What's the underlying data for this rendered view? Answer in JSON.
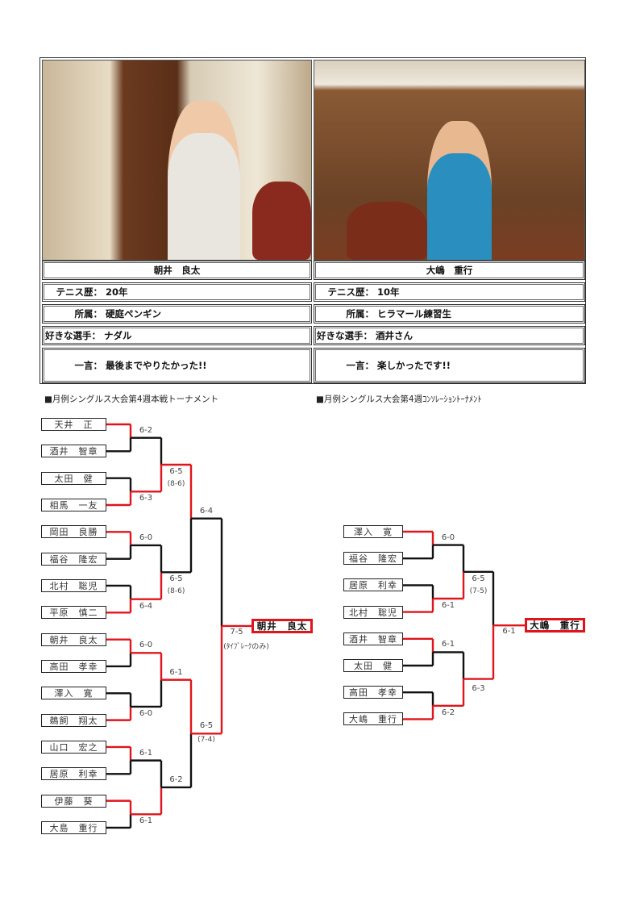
{
  "profiles": [
    {
      "name": "朝井　良太",
      "tenure_label": "テニス歴：",
      "tenure": "20年",
      "affiliation_label": "所属：",
      "affiliation": "硬庭ペンギン",
      "favorite_label": "好きな選手：",
      "favorite": "ナダル",
      "comment_label": "一言：",
      "comment": "最後までやりたかった!!"
    },
    {
      "name": "大嶋　重行",
      "tenure_label": "テニス歴：",
      "tenure": "10年",
      "affiliation_label": "所属：",
      "affiliation": "ヒラマール練習生",
      "favorite_label": "好きな選手：",
      "favorite": "酒井さん",
      "comment_label": "一言：",
      "comment": "楽しかったです!!"
    }
  ],
  "colors": {
    "winner_line": "#e0141c",
    "loser_line": "#111111"
  },
  "brackets": [
    {
      "title": "■月例シングルス大会第4週本戦トーナメント",
      "players": [
        "天井　正",
        "酒井　智章",
        "太田　健",
        "相馬　一友",
        "岡田　良勝",
        "福谷　隆宏",
        "北村　聡児",
        "平原　慎二",
        "朝井　良太",
        "高田　孝幸",
        "澤入　寛",
        "鵜飼　翔太",
        "山口　宏之",
        "居原　利幸",
        "伊藤　葵",
        "大島　重行"
      ],
      "rounds": [
        [
          {
            "winner": 0,
            "score": "6-2"
          },
          {
            "winner": 1,
            "score": "6-3"
          },
          {
            "winner": 0,
            "score": "6-0"
          },
          {
            "winner": 1,
            "score": "6-4"
          },
          {
            "winner": 0,
            "score": "6-0"
          },
          {
            "winner": 1,
            "score": "6-0"
          },
          {
            "winner": 0,
            "score": "6-1"
          },
          {
            "winner": 0,
            "score": "6-1"
          }
        ],
        [
          {
            "winner": 1,
            "score": "6-5",
            "sub": "(8-6)"
          },
          {
            "winner": 1,
            "score": "6-5",
            "sub": "(8-6)"
          },
          {
            "winner": 0,
            "score": "6-1"
          },
          {
            "winner": 1,
            "score": "6-2"
          }
        ],
        [
          {
            "winner": 0,
            "score": "6-4"
          },
          {
            "winner": 0,
            "score": "6-5",
            "sub": "(7-4)"
          }
        ],
        [
          {
            "winner": 1,
            "score": "7-5",
            "sub": "(ﾀｲﾌﾞﾚｰｸのみ)"
          }
        ]
      ],
      "champion": "朝井　良太"
    },
    {
      "title": "■月例シングルス大会第4週ｺﾝｿﾚｰｼｮﾝﾄｰﾅﾒﾝﾄ",
      "players": [
        "澤入　寛",
        "福谷　隆宏",
        "居原　利幸",
        "北村　聡児",
        "酒井　智章",
        "太田　健",
        "高田　孝幸",
        "大嶋　重行"
      ],
      "rounds": [
        [
          {
            "winner": 0,
            "score": "6-0"
          },
          {
            "winner": 1,
            "score": "6-1"
          },
          {
            "winner": 0,
            "score": "6-1"
          },
          {
            "winner": 1,
            "score": "6-2"
          }
        ],
        [
          {
            "winner": 1,
            "score": "6-5",
            "sub": "(7-5)"
          },
          {
            "winner": 1,
            "score": "6-3"
          }
        ],
        [
          {
            "winner": 1,
            "score": "6-1"
          }
        ]
      ],
      "champion": "大嶋　重行"
    }
  ]
}
